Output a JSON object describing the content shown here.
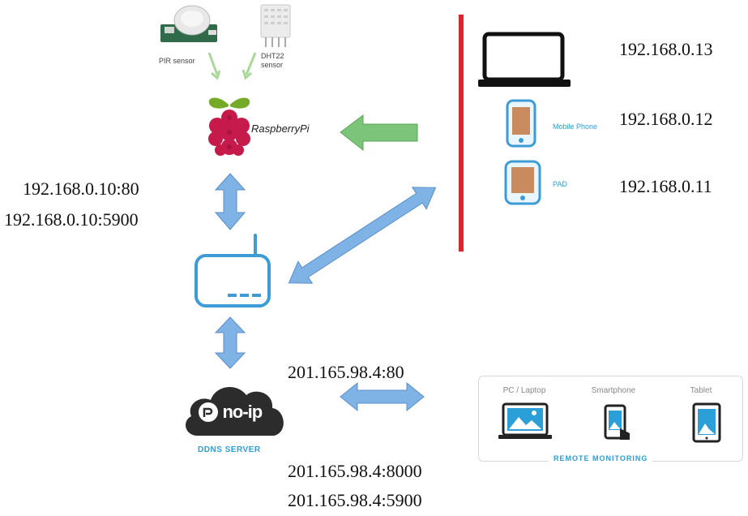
{
  "sensors": {
    "pir_label": "PIR sensor",
    "dht_label_line1": "DHT22",
    "dht_label_line2": "sensor"
  },
  "raspberry": {
    "label": "RaspberryPi"
  },
  "pi_addresses": [
    "192.168.0.10:80",
    "192.168.0.10:5900"
  ],
  "lan_devices": [
    {
      "label": "",
      "ip": "192.168.0.13",
      "icon": "laptop-icon"
    },
    {
      "label": "Mobile Phone",
      "ip": "192.168.0.12",
      "icon": "mobile-phone-icon"
    },
    {
      "label": "PAD",
      "ip": "192.168.0.11",
      "icon": "tablet-icon"
    }
  ],
  "router": {
    "icon": "router-icon"
  },
  "ddns": {
    "logo_text": "no-ip",
    "label": "DDNS SERVER"
  },
  "public_addresses": [
    "201.165.98.4:80",
    "201.165.98.4:8000",
    "201.165.98.4:5900"
  ],
  "remote_monitoring": {
    "title": "REMOTE MONITORING",
    "columns": [
      "PC / Laptop",
      "Smartphone",
      "Tablet"
    ]
  },
  "colors": {
    "arrow_blue": "#7fb2e5",
    "arrow_green": "#7cc47a",
    "divider_red": "#d9262c",
    "accent_blue": "#2a9fd8",
    "raspberry_red": "#c51a4a",
    "raspberry_green": "#75a928"
  }
}
